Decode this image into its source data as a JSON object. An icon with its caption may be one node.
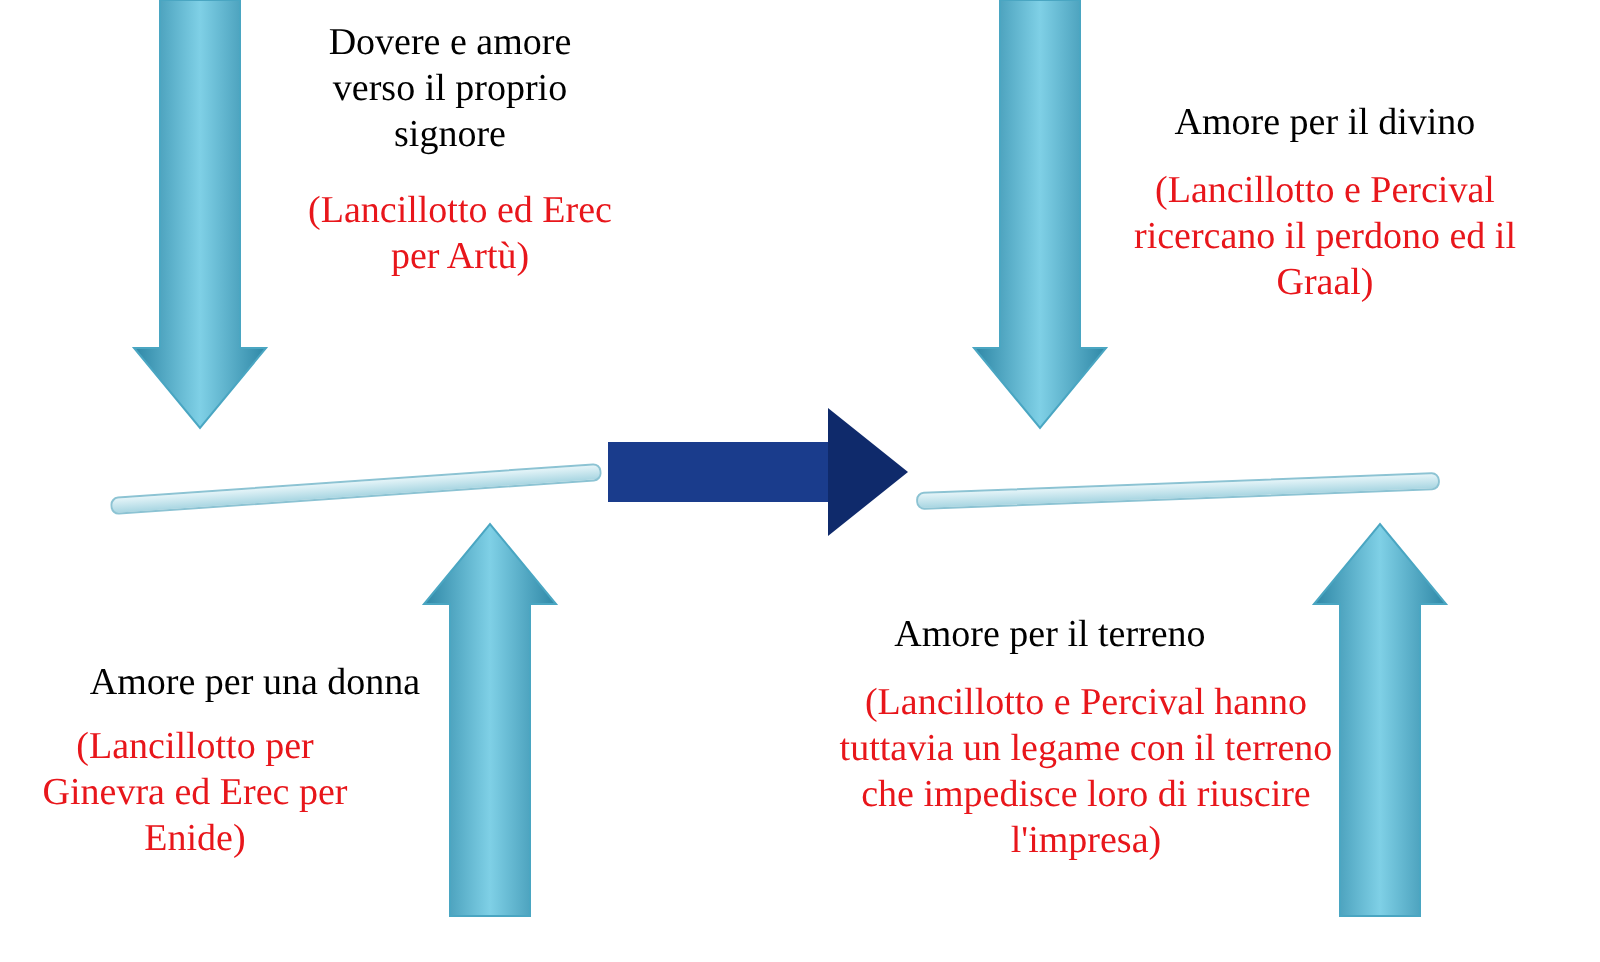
{
  "diagram": {
    "nodes": [
      {
        "text": [],
        "shape": "bar"
      },
      {
        "text": [],
        "shape": "bar"
      }
    ],
    "edges": [
      {
        "from": 0,
        "to": 1,
        "arrow": "to"
      }
    ],
    "labels": [
      "Dovere e amore verso il proprio signore",
      "(Lancillotto ed Erec per Artù)",
      "Amore per il divino",
      "(Lancillotto e Percival ricercano il perdono ed il Graal)",
      "Amore per una donna",
      "(Lancillotto per Ginevra ed Erec per Enide)",
      "Amore per il terreno",
      "(Lancillotto e Percival hanno tuttavia un legame con il terreno che impedisce loro di riuscire l'impresa)"
    ]
  }
}
